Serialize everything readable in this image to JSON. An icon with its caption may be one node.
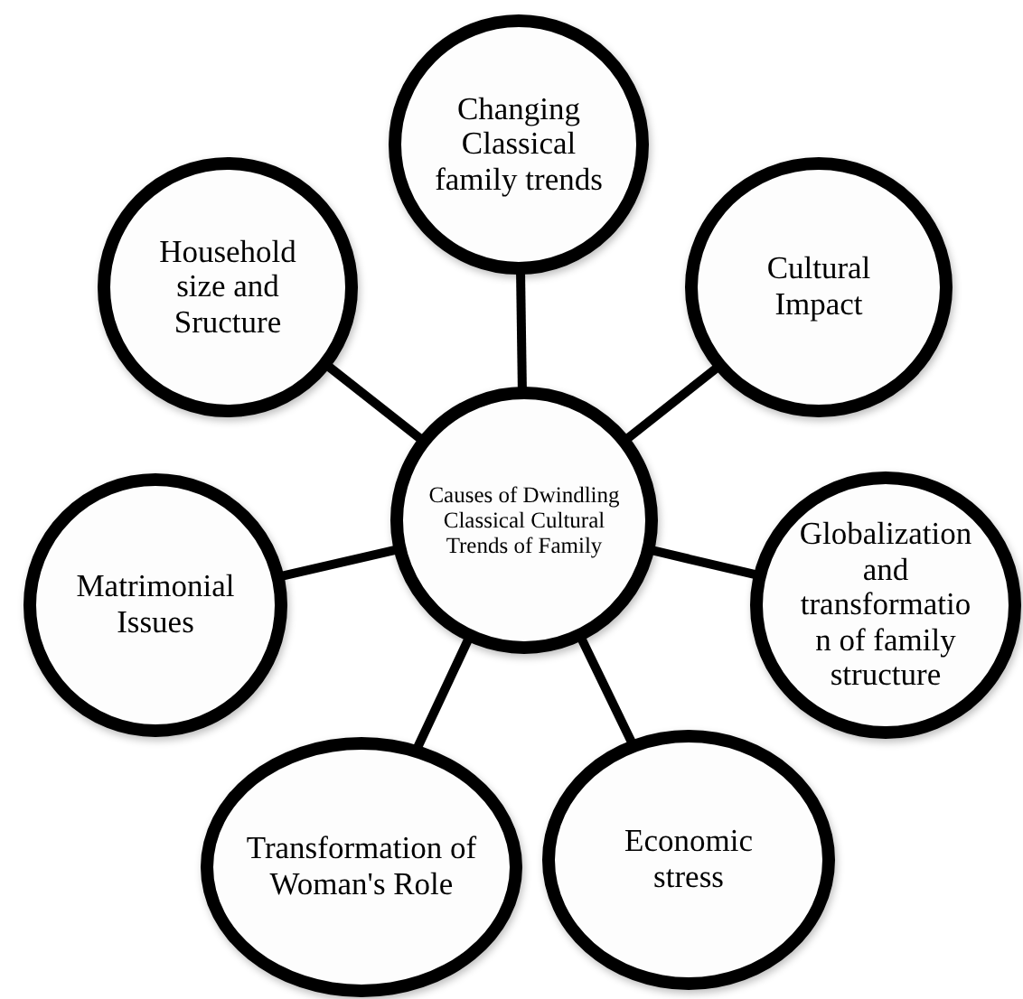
{
  "diagram": {
    "nodes": [
      {
        "text": [
          "Causes of Dwindling Classical Cultural Trends of Family"
        ]
      },
      {
        "text": [
          "Changing Classical family trends"
        ]
      },
      {
        "text": [
          "Household size and Sructure"
        ]
      },
      {
        "text": [
          "Cultural Impact"
        ]
      },
      {
        "text": [
          "Matrimonial Issues"
        ]
      },
      {
        "text": [
          "Globalization and transformatio n of family structure"
        ]
      },
      {
        "text": [
          "Transformation of Woman's Role"
        ]
      },
      {
        "text": [
          "Economic stress"
        ]
      }
    ],
    "edges": [
      {
        "from": 0,
        "to": 1,
        "arrow": "none"
      },
      {
        "from": 0,
        "to": 2,
        "arrow": "none"
      },
      {
        "from": 0,
        "to": 3,
        "arrow": "none"
      },
      {
        "from": 0,
        "to": 4,
        "arrow": "none"
      },
      {
        "from": 0,
        "to": 5,
        "arrow": "none"
      },
      {
        "from": 0,
        "to": 6,
        "arrow": "none"
      },
      {
        "from": 0,
        "to": 7,
        "arrow": "none"
      }
    ]
  }
}
